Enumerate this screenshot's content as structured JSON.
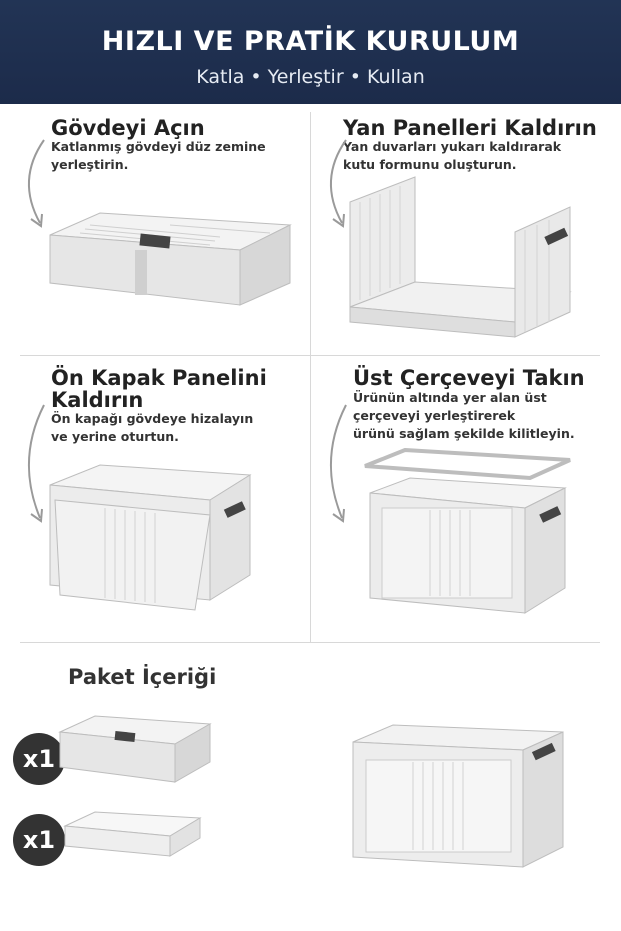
{
  "header": {
    "title": "HIZLI VE PRATİK KURULUM",
    "subtitle": "Katla • Yerleştir • Kullan"
  },
  "steps": [
    {
      "title": "Gövdeyi Açın",
      "desc": [
        "Katlanmış gövdeyi düz zemine",
        "yerleştirin."
      ]
    },
    {
      "title": "Yan Panelleri Kaldırın",
      "desc": [
        "Yan duvarları yukarı kaldırarak",
        "kutu formunu oluşturun."
      ]
    },
    {
      "title": [
        "Ön Kapak Panelini",
        "Kaldırın"
      ],
      "desc": [
        "Ön kapağı gövdeye hizalayın",
        "ve yerine oturtun."
      ]
    },
    {
      "title": "Üst Çerçeveyi Takın",
      "desc": [
        "Ürünün altında yer alan üst",
        "çerçeveyi yerleştirerek",
        "ürünü sağlam şekilde kilitleyin."
      ]
    }
  ],
  "package": {
    "title": "Paket İçeriği",
    "items": [
      {
        "qty": "x1"
      },
      {
        "qty": "x1"
      }
    ]
  }
}
